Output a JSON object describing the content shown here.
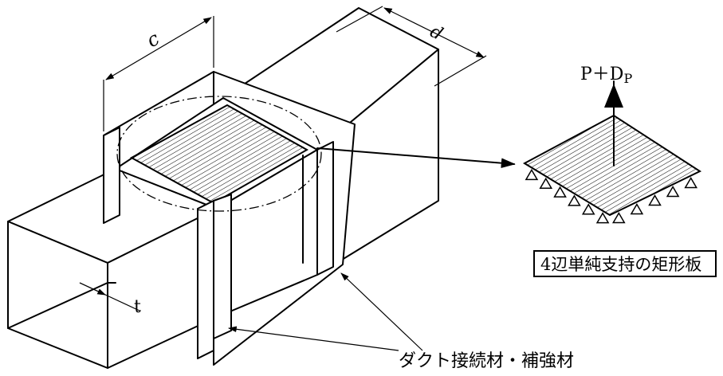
{
  "labels": {
    "dim_c": "c",
    "dim_d": "d",
    "thickness": "t",
    "load_main": "P＋D",
    "load_sub": "P",
    "plate_caption": "4辺単純支持の矩形板",
    "member_caption": "ダクト接続材・補強材"
  },
  "colors": {
    "line": "#000000",
    "background": "#ffffff"
  },
  "icons": {
    "hatch": "diagonal-hatch-pattern",
    "support": "triangle-support-icon",
    "arrow": "filled-arrowhead-icon"
  },
  "support_count": 11
}
